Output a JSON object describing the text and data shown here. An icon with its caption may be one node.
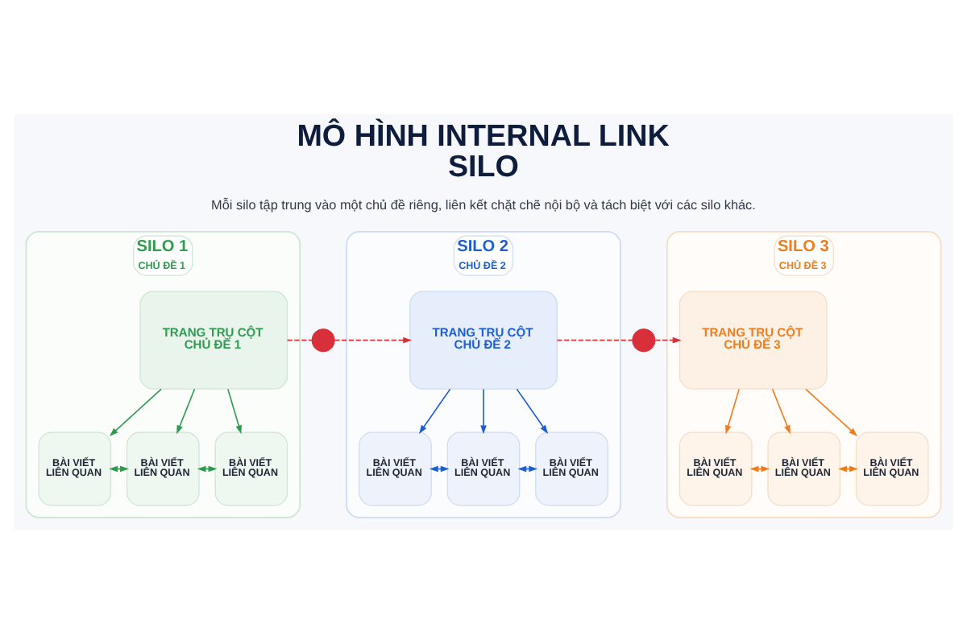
{
  "diagram": {
    "title": "MÔ HÌNH INTERNAL LINK SILO",
    "nodes": [
      {
        "text": [
          "SILO 1",
          "CHỦ ĐỀ 1"
        ]
      },
      {
        "text": [
          "TRANG TRỤ CỘT CHỦ ĐỀ 1"
        ],
        "in": 0
      },
      {
        "text": [
          "BÀI VIẾT LIÊN QUAN"
        ],
        "in": 0
      },
      {
        "text": [
          "BÀI VIẾT LIÊN QUAN"
        ],
        "in": 0
      },
      {
        "text": [
          "BÀI VIẾT LIÊN QUAN"
        ],
        "in": 0
      },
      {
        "text": [
          "SILO 2",
          "CHỦ ĐỀ 2"
        ]
      },
      {
        "text": [
          "TRANG TRỤ CỘT CHỦ ĐỀ 2"
        ],
        "in": 5
      },
      {
        "text": [
          "BÀI VIẾT LIÊN QUAN"
        ],
        "in": 5
      },
      {
        "text": [
          "BÀI VIẾT LIÊN QUAN"
        ],
        "in": 5
      },
      {
        "text": [
          "BÀI VIẾT LIÊN QUAN"
        ],
        "in": 5
      },
      {
        "text": [
          "SILO 3",
          "CHỦ ĐỀ 3"
        ]
      },
      {
        "text": [
          "TRANG TRỤ CỘT CHỦ ĐỀ 3"
        ],
        "in": 10
      },
      {
        "text": [
          "BÀI VIẾT LIÊN QUAN"
        ],
        "in": 10
      },
      {
        "text": [
          "BÀI VIẾT LIÊN QUAN"
        ],
        "in": 10
      },
      {
        "text": [
          "BÀI VIẾT LIÊN QUAN"
        ],
        "in": 10
      },
      {
        "text": [],
        "shape": "circle"
      },
      {
        "text": [],
        "shape": "circle"
      }
    ],
    "edges": [
      {
        "from": 1,
        "to": 15,
        "arrow": "none",
        "style": "dashed",
        "color": "#d8303a"
      },
      {
        "from": 15,
        "to": 6,
        "arrow": "to",
        "style": "dashed",
        "color": "#d8303a"
      },
      {
        "from": 6,
        "to": 16,
        "arrow": "none",
        "style": "dashed",
        "color": "#d8303a"
      },
      {
        "from": 16,
        "to": 11,
        "arrow": "to",
        "style": "dashed",
        "color": "#d8303a"
      },
      {
        "from": 1,
        "to": 2,
        "arrow": "to",
        "color": "#2e9b4f"
      },
      {
        "from": 1,
        "to": 3,
        "arrow": "to",
        "color": "#2e9b4f"
      },
      {
        "from": 1,
        "to": 4,
        "arrow": "to",
        "color": "#2e9b4f"
      },
      {
        "from": 2,
        "to": 3,
        "arrow": "both",
        "color": "#2e9b4f"
      },
      {
        "from": 3,
        "to": 4,
        "arrow": "both",
        "color": "#2e9b4f"
      },
      {
        "from": 6,
        "to": 7,
        "arrow": "to",
        "color": "#1d5fd3"
      },
      {
        "from": 6,
        "to": 8,
        "arrow": "to",
        "color": "#1d5fd3"
      },
      {
        "from": 6,
        "to": 9,
        "arrow": "to",
        "color": "#1d5fd3"
      },
      {
        "from": 7,
        "to": 8,
        "arrow": "both",
        "color": "#1d5fd3"
      },
      {
        "from": 8,
        "to": 9,
        "arrow": "both",
        "color": "#1d5fd3"
      },
      {
        "from": 11,
        "to": 12,
        "arrow": "to",
        "color": "#ee7d1d"
      },
      {
        "from": 11,
        "to": 13,
        "arrow": "to",
        "color": "#ee7d1d"
      },
      {
        "from": 11,
        "to": 14,
        "arrow": "to",
        "color": "#ee7d1d"
      },
      {
        "from": 12,
        "to": 13,
        "arrow": "both",
        "color": "#ee7d1d"
      },
      {
        "from": 13,
        "to": 14,
        "arrow": "both",
        "color": "#ee7d1d"
      }
    ],
    "labels": [
      "Mỗi silo tập trung vào một chủ đề riêng, liên kết chặt chẽ nội bộ và tách biệt với các silo khác."
    ]
  }
}
